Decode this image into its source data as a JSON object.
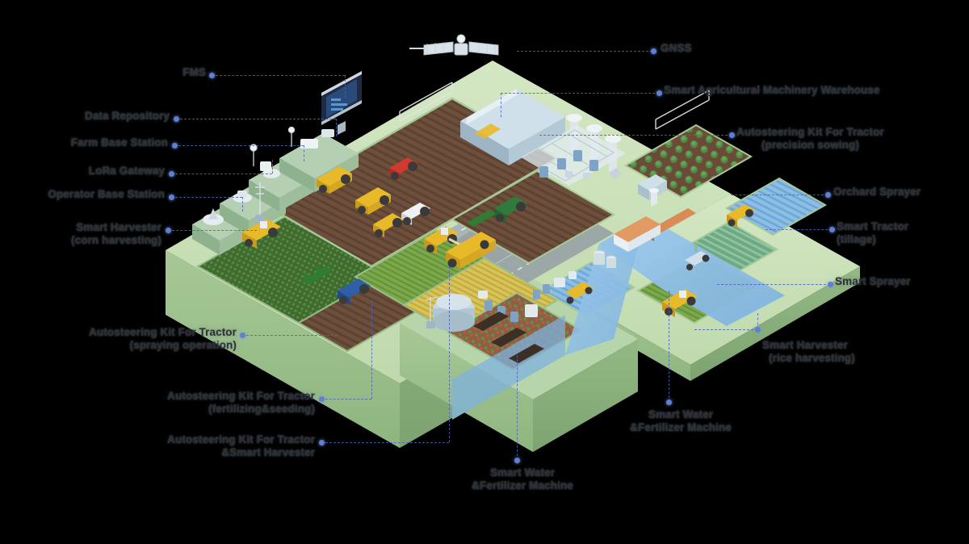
{
  "diagram": {
    "title": "Smart Agriculture Farm Isometric Overview",
    "background_color": "#000000",
    "accent_color": "#4e63b8",
    "node_color": "#5f7fd6",
    "land_color": "#c9e0b5",
    "land_side_color": "#9cc08c",
    "soil_color": "#6d4f3c",
    "water_color": "#8fc0e8",
    "road_color": "#9aa3a6"
  },
  "labels": {
    "gnss": {
      "text": "GNSS",
      "side": "right"
    },
    "fms": {
      "text": "FMS",
      "side": "left"
    },
    "data_repository": {
      "text": "Data Repository",
      "side": "left"
    },
    "farm_base_station": {
      "text": "Farm Base Station",
      "side": "left"
    },
    "lora_gateway": {
      "text": "LoRa Gateway",
      "side": "left"
    },
    "operator_base_station": {
      "text": "Operator Base Station",
      "side": "left"
    },
    "smart_harvester_corn": {
      "line1": "Smart Harvester",
      "line2": "(corn harvesting)",
      "side": "left"
    },
    "autosteering_spraying": {
      "line1": "Autosteering Kit For Tractor",
      "line2": "(spraying operation)",
      "side": "left"
    },
    "autosteering_fertilizing": {
      "line1": "Autosteering Kit For Tractor",
      "line2": "(fertilizing&seeding)",
      "side": "left"
    },
    "autosteering_smart_harvester": {
      "line1": "Autosteering Kit For Tractor",
      "line2": "&Smart Harvester",
      "side": "left"
    },
    "warehouse": {
      "text": "Smart Agricultural Machinery Warehouse",
      "side": "right"
    },
    "autosteering_precision_sowing": {
      "line1": "Autosteering Kit For Tractor",
      "line2": "(precision sowing)",
      "side": "right"
    },
    "orchard_sprayer": {
      "text": "Orchard Sprayer",
      "side": "right"
    },
    "smart_tractor_tillage": {
      "line1": "Smart Tractor",
      "line2": "(tillage)",
      "side": "right"
    },
    "smart_sprayer": {
      "text": "Smart Sprayer",
      "side": "right"
    },
    "smart_harvester_rice": {
      "line1": "Smart Harvester",
      "line2": "(rice harvesting)",
      "side": "right"
    },
    "smart_water_fertilizer_right": {
      "line1": "Smart Water",
      "line2": "&Fertilizer Machine",
      "side": "bottom"
    },
    "smart_water_fertilizer_center": {
      "line1": "Smart Water",
      "line2": "&Fertilizer Machine",
      "side": "bottom"
    }
  },
  "scene_elements": {
    "satellite": "satellite-icon",
    "monitor": "fms-monitor",
    "station_boxes": [
      "data-repository-box",
      "farm-base-station-box",
      "lora-gateway-box",
      "operator-base-station-box"
    ],
    "fields": [
      {
        "name": "corn-field",
        "crop": "corn",
        "color": "#4f7a3a"
      },
      {
        "name": "tilled-field-upper",
        "crop": "soil",
        "color": "#6d4f3c"
      },
      {
        "name": "tilled-field-right",
        "crop": "soil",
        "color": "#6d4f3c"
      },
      {
        "name": "wheat-field",
        "crop": "wheat",
        "color": "#d7c155"
      },
      {
        "name": "green-crop-field",
        "crop": "green",
        "color": "#7fa84e"
      },
      {
        "name": "orchard",
        "crop": "trees",
        "color": "#4d8a46"
      },
      {
        "name": "paddy-field-rice",
        "crop": "rice",
        "color": "#8fc0e8"
      },
      {
        "name": "vegetable-greenhouse-plot",
        "crop": "vegetables",
        "color": "#b8714e"
      }
    ],
    "machinery": [
      "combine-harvester-yellow",
      "tractor-red",
      "tractor-blue",
      "tractor-green",
      "tractor-white",
      "grain-truck",
      "orchard-sprayer-unit",
      "rice-harvester",
      "seeder-implement"
    ],
    "infrastructure": [
      "machinery-warehouse",
      "silo-tower-1",
      "silo-tower-2",
      "silo-tower-3",
      "processing-plant",
      "water-tank",
      "irrigation-pump-house",
      "bridge",
      "farm-house",
      "fence",
      "road",
      "river"
    ]
  }
}
